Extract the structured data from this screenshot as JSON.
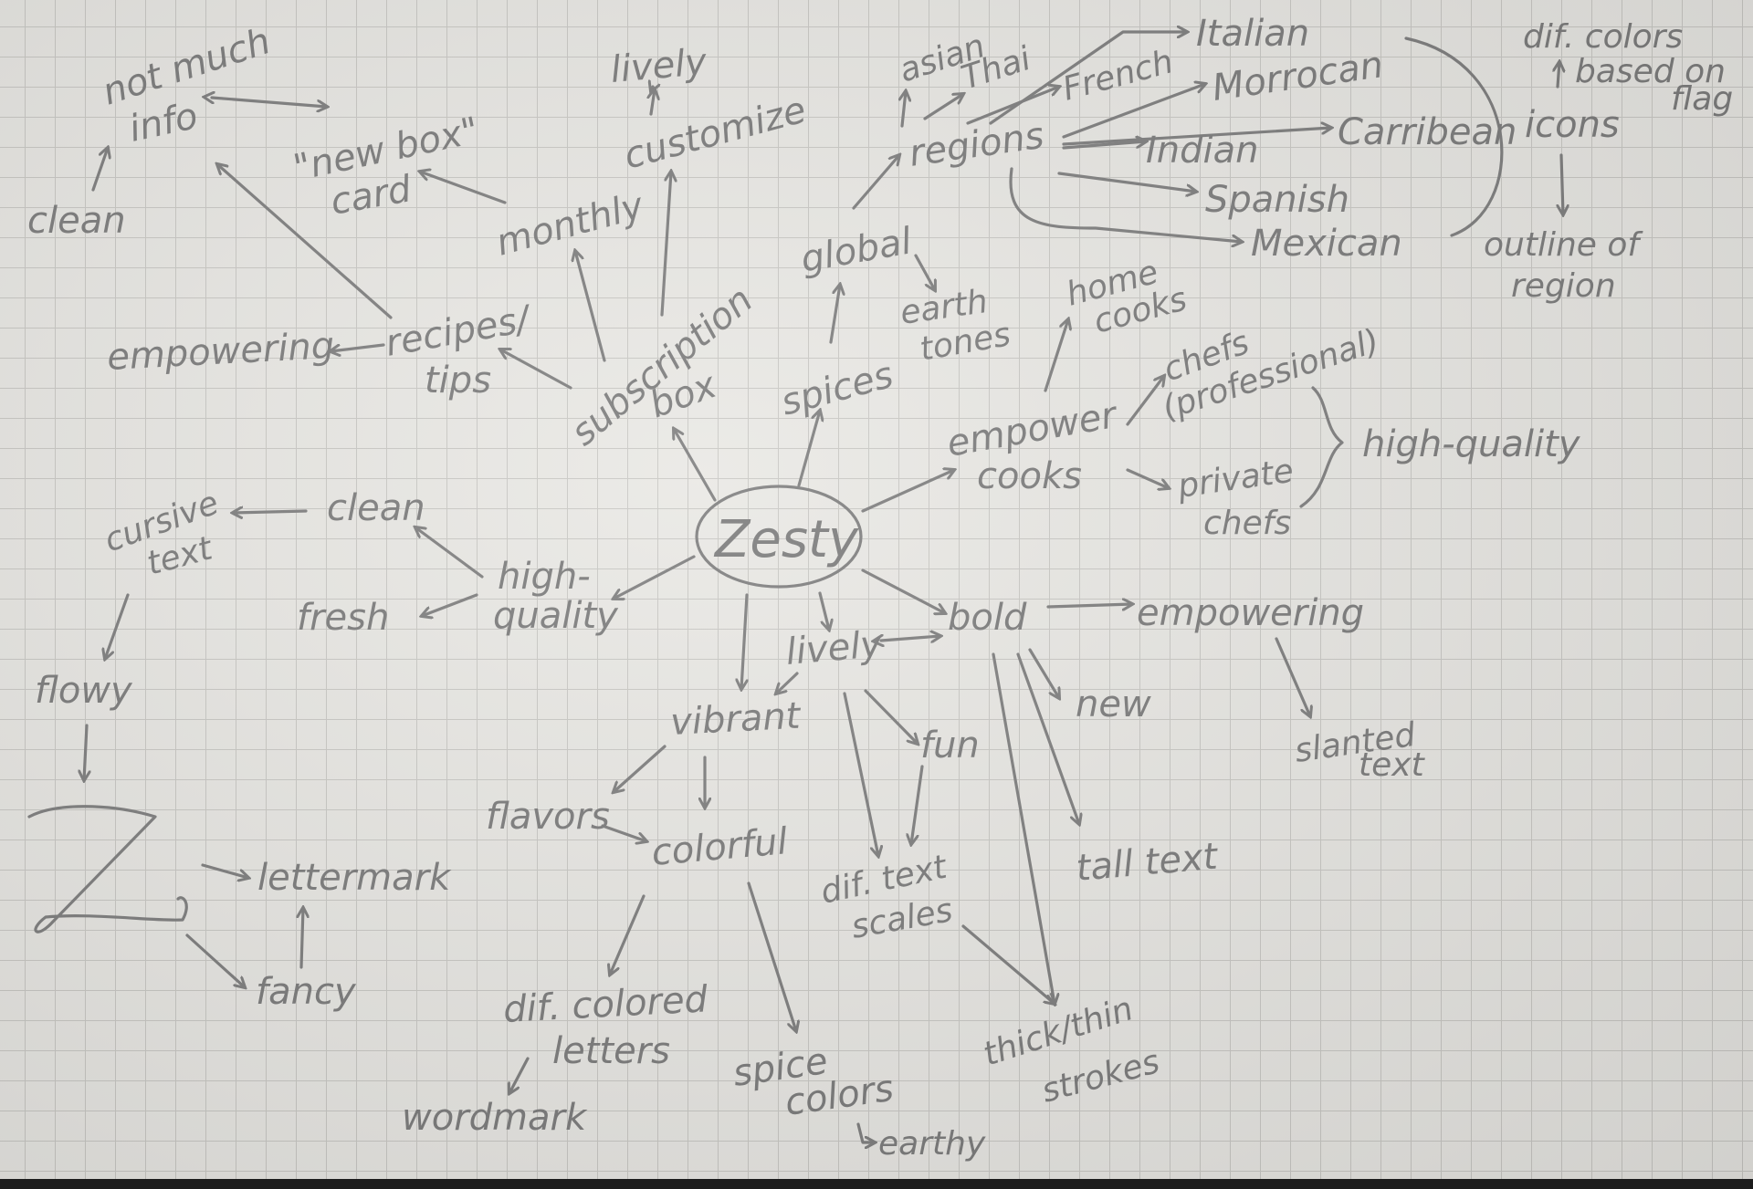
{
  "title": "Zesty",
  "nodes": [
    {
      "id": "zesty",
      "text": "Zesty"
    },
    {
      "id": "subscription_box",
      "text": "subscription box"
    },
    {
      "id": "spices",
      "text": "spices"
    },
    {
      "id": "empower_cooks",
      "text": "empower cooks"
    },
    {
      "id": "bold",
      "text": "bold"
    },
    {
      "id": "lively_center",
      "text": "lively"
    },
    {
      "id": "vibrant",
      "text": "vibrant"
    },
    {
      "id": "high_quality_left",
      "text": "high-quality"
    },
    {
      "id": "recipes_tips",
      "text": "recipes/ tips"
    },
    {
      "id": "monthly",
      "text": "monthly"
    },
    {
      "id": "customize",
      "text": "customize"
    },
    {
      "id": "lively_top",
      "text": "lively"
    },
    {
      "id": "new_box_card",
      "text": "\"new box\" card"
    },
    {
      "id": "not_much_info",
      "text": "not much info"
    },
    {
      "id": "clean_top",
      "text": "clean"
    },
    {
      "id": "empowering_left",
      "text": "empowering"
    },
    {
      "id": "global",
      "text": "global"
    },
    {
      "id": "regions",
      "text": "regions"
    },
    {
      "id": "asian",
      "text": "asian"
    },
    {
      "id": "thai",
      "text": "Thai"
    },
    {
      "id": "french",
      "text": "French"
    },
    {
      "id": "italian",
      "text": "Italian"
    },
    {
      "id": "morrocan",
      "text": "Morrocan"
    },
    {
      "id": "indian",
      "text": "Indian"
    },
    {
      "id": "caribbean",
      "text": "Carribean"
    },
    {
      "id": "spanish",
      "text": "Spanish"
    },
    {
      "id": "mexican",
      "text": "Mexican"
    },
    {
      "id": "icons",
      "text": "icons"
    },
    {
      "id": "dif_colors",
      "text": "dif. colors based on flag"
    },
    {
      "id": "outline_region",
      "text": "outline of region"
    },
    {
      "id": "earth_tones",
      "text": "earth tones"
    },
    {
      "id": "home_cooks",
      "text": "home cooks"
    },
    {
      "id": "chefs_pro",
      "text": "chefs (professional)"
    },
    {
      "id": "private_chefs",
      "text": "private chefs"
    },
    {
      "id": "high_quality_right",
      "text": "high-quality"
    },
    {
      "id": "clean_left",
      "text": "clean"
    },
    {
      "id": "fresh",
      "text": "fresh"
    },
    {
      "id": "cursive_text",
      "text": "cursive text"
    },
    {
      "id": "flowy",
      "text": "flowy"
    },
    {
      "id": "z_letter",
      "text": "Z"
    },
    {
      "id": "lettermark",
      "text": "lettermark"
    },
    {
      "id": "fancy",
      "text": "fancy"
    },
    {
      "id": "empowering_right",
      "text": "empowering"
    },
    {
      "id": "new",
      "text": "new"
    },
    {
      "id": "slanted_text",
      "text": "slanted text"
    },
    {
      "id": "tall_text",
      "text": "tall text"
    },
    {
      "id": "fun",
      "text": "fun"
    },
    {
      "id": "flavors",
      "text": "flavors"
    },
    {
      "id": "colorful",
      "text": "colorful"
    },
    {
      "id": "dif_text_scales",
      "text": "dif. text scales"
    },
    {
      "id": "thick_thin",
      "text": "thick/thin strokes"
    },
    {
      "id": "dif_colored_letters",
      "text": "dif. colored letters"
    },
    {
      "id": "wordmark",
      "text": "wordmark"
    },
    {
      "id": "spice_colors",
      "text": "spice colors"
    },
    {
      "id": "earthy",
      "text": "earthy"
    }
  ],
  "labels": {
    "zesty": "Zesty",
    "subscription1": "subscription",
    "subscription2": "box",
    "spices": "spices",
    "empower1": "empower",
    "empower2": "cooks",
    "bold": "bold",
    "lively_c": "lively",
    "vibrant": "vibrant",
    "hq_left1": "high-",
    "hq_left2": "quality",
    "recipes1": "recipes/",
    "recipes2": "tips",
    "monthly": "monthly",
    "customize": "customize",
    "lively_top": "lively",
    "newbox1": "\"new box\"",
    "newbox2": "card",
    "notmuch1": "not much",
    "notmuch2": "info",
    "clean_top": "clean",
    "empowering_left": "empowering",
    "global": "global",
    "regions": "regions",
    "asian": "asian",
    "thai": "Thai",
    "french": "French",
    "italian": "Italian",
    "morrocan": "Morrocan",
    "indian": "Indian",
    "caribbean": "Carribean",
    "spanish": "Spanish",
    "mexican": "Mexican",
    "icons": "icons",
    "difcolors1": "dif. colors",
    "difcolors2": "based on",
    "difcolors3": "flag",
    "outline1": "outline of",
    "outline2": "region",
    "earth1": "earth",
    "earth2": "tones",
    "home1": "home",
    "home2": "cooks",
    "chefs1": "chefs",
    "chefs2": "(professional)",
    "private1": "private",
    "private2": "chefs",
    "hq_right": "high-quality",
    "clean_left": "clean",
    "fresh": "fresh",
    "cursive1": "cursive",
    "cursive2": "text",
    "flowy": "flowy",
    "z": "Z",
    "lettermark": "lettermark",
    "fancy": "fancy",
    "empowering_right": "empowering",
    "new": "new",
    "slanted1": "slanted",
    "slanted2": "text",
    "tall": "tall text",
    "fun": "fun",
    "flavors": "flavors",
    "colorful": "colorful",
    "scales1": "dif. text",
    "scales2": "scales",
    "thick1": "thick/thin",
    "thick2": "strokes",
    "colored1": "dif. colored",
    "colored2": "letters",
    "wordmark": "wordmark",
    "spice1": "spice",
    "spice2": "colors",
    "earthy": "earthy"
  },
  "colors": {
    "paper": "#e9e8e4",
    "grid": "#c9c8c4",
    "pencil": "#7a7a7a"
  }
}
